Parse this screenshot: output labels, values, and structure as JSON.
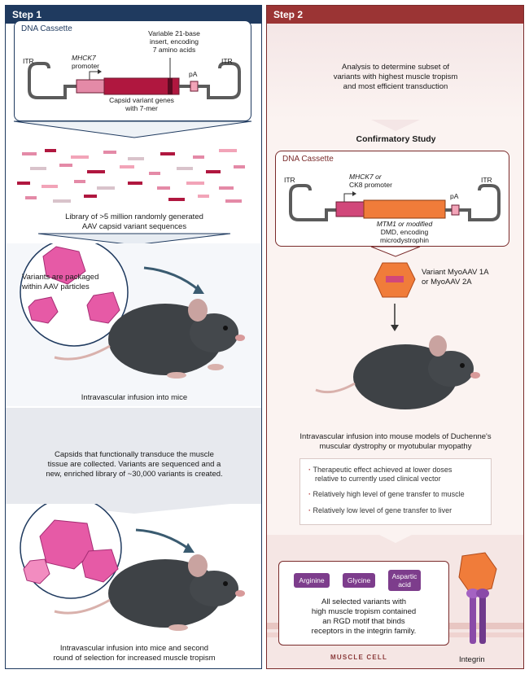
{
  "step1": {
    "header": "Step 1",
    "dna_cassette": {
      "title": "DNA Cassette",
      "itr_left": "ITR",
      "itr_right": "ITR",
      "promoter": "MHCK7",
      "promoter_suffix": "promoter",
      "insert_note": [
        "Variable 21-base",
        "insert, encoding",
        "7 amino acids"
      ],
      "pa": "pA",
      "genes_label": [
        "Capsid variant genes",
        "with 7-mer"
      ]
    },
    "library_text": [
      "Library of >5 million randomly generated",
      "AAV capsid variant sequences"
    ],
    "packaged_text": [
      "Variants are packaged",
      "within AAV particles"
    ],
    "infusion1": "Intravascular infusion into mice",
    "capsids_text": [
      "Capsids that functionally transduce the muscle",
      "tissue are collected. Variants are sequenced and a",
      "new, enriched library of ~30,000 variants is created."
    ],
    "infusion2": [
      "Intravascular infusion into mice and second",
      "round of selection for increased muscle tropism"
    ]
  },
  "step2": {
    "header": "Step 2",
    "analysis_text": [
      "Analysis to determine subset of",
      "variants with highest muscle tropism",
      "and most efficient transduction"
    ],
    "confirmatory": "Confirmatory Study",
    "dna_cassette": {
      "title": "DNA Cassette",
      "itr_left": "ITR",
      "itr_right": "ITR",
      "promoter": [
        "MHCK7 or",
        "CK8 promoter"
      ],
      "pa": "pA",
      "genes_label": [
        "MTM1 or modified",
        "DMD, encoding",
        "microdystrophin"
      ]
    },
    "variant_label": [
      "Variant MyoAAV 1A",
      "or MyoAAV 2A"
    ],
    "infusion_text": [
      "Intravascular infusion into mouse models of Duchenne's",
      "muscular dystrophy or myotubular myopathy"
    ],
    "bullets": [
      [
        "Therapeutic effect achieved at lower doses",
        "relative to currently used clinical vector"
      ],
      [
        "Relatively high level of gene transfer to muscle"
      ],
      [
        "Relatively low level of gene transfer to liver"
      ]
    ],
    "amino_acids": [
      "Arginine",
      "Glycine",
      "Aspartic acid"
    ],
    "rgd_text": [
      "All selected variants with",
      "high muscle tropism contained",
      "an RGD motif that binds",
      "receptors in the integrin family."
    ],
    "integrin": "Integrin",
    "muscle_cell": "MUSCLE CELL"
  },
  "colors": {
    "navy": "#1f3a5f",
    "maroon": "#9b3434",
    "capsid_pink": "#e65aa6",
    "gene_crimson": "#b0173f",
    "promoter_pink": "#e48aa7",
    "dmd_orange": "#f07c3a",
    "amino_purple": "#7d3d8c",
    "mouse_fur": "#3e4246"
  },
  "icons": [
    "arrow-icon",
    "capsid-icon",
    "mouse-illustration",
    "integrin-icon"
  ]
}
